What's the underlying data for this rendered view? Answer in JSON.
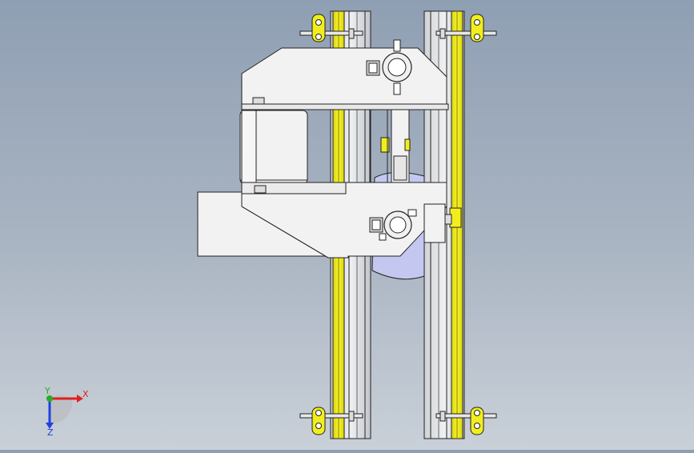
{
  "triad": {
    "x_label": "X",
    "y_label": "Y",
    "z_label": "Z"
  },
  "colors": {
    "background_top": "#8f9fb3",
    "background_bottom": "#c9d0d8",
    "rail_yellow": "#f2ee1e",
    "rail_dark": "#c9c20a",
    "part_white": "#f2f2f2",
    "outline": "#1a1a1a",
    "blade_lavender": "#c4c8f0",
    "axis_x": "#e02020",
    "axis_y": "#20b020",
    "axis_z": "#2040e0"
  }
}
